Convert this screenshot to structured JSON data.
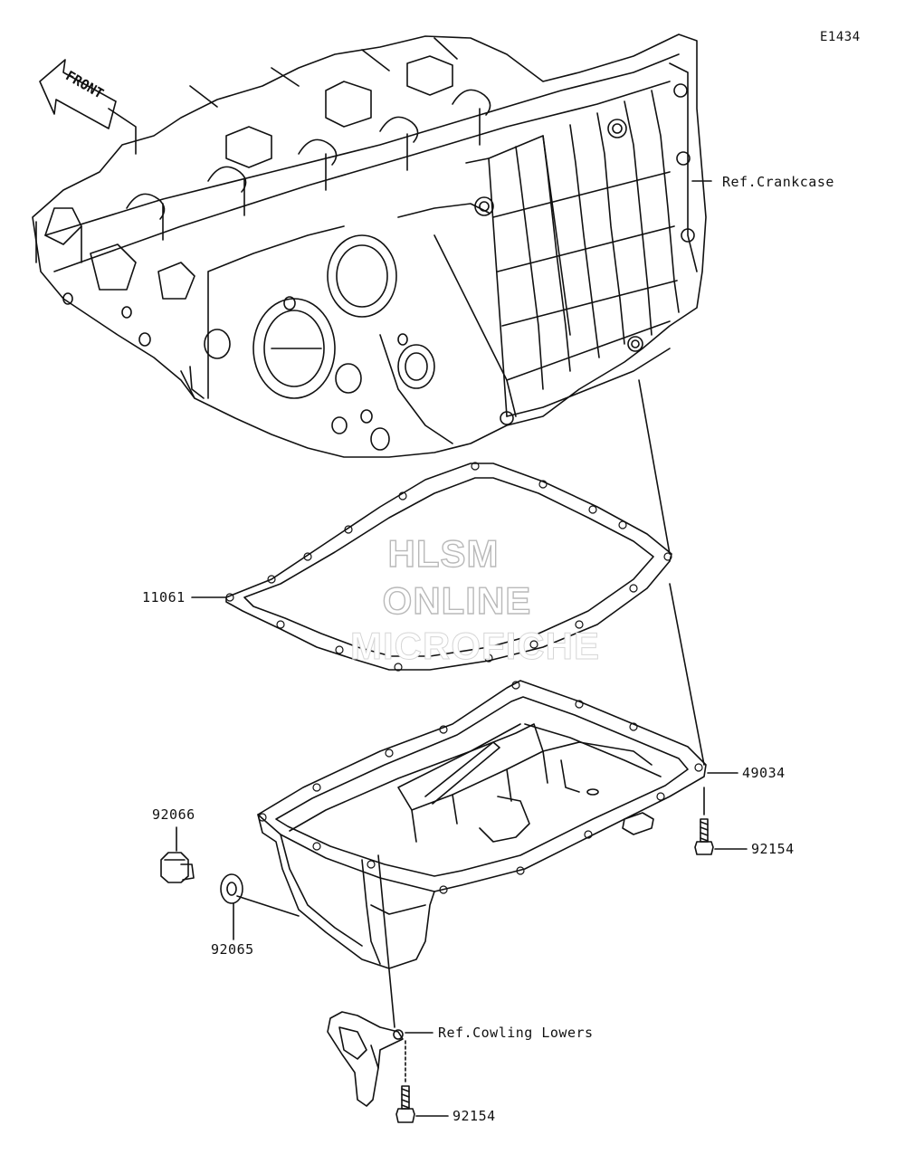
{
  "diagram": {
    "code": "E1434",
    "front_label": "FRONT",
    "watermark": [
      "HLSM",
      "ONLINE",
      "MICROFICHE"
    ],
    "references": {
      "crankcase": "Ref.Crankcase",
      "cowling": "Ref.Cowling Lowers"
    },
    "parts": {
      "gasket": "11061",
      "oil_pan": "49034",
      "bolt_pan": "92154",
      "drain_plug": "92066",
      "washer": "92065",
      "bolt_bracket": "92154"
    }
  }
}
